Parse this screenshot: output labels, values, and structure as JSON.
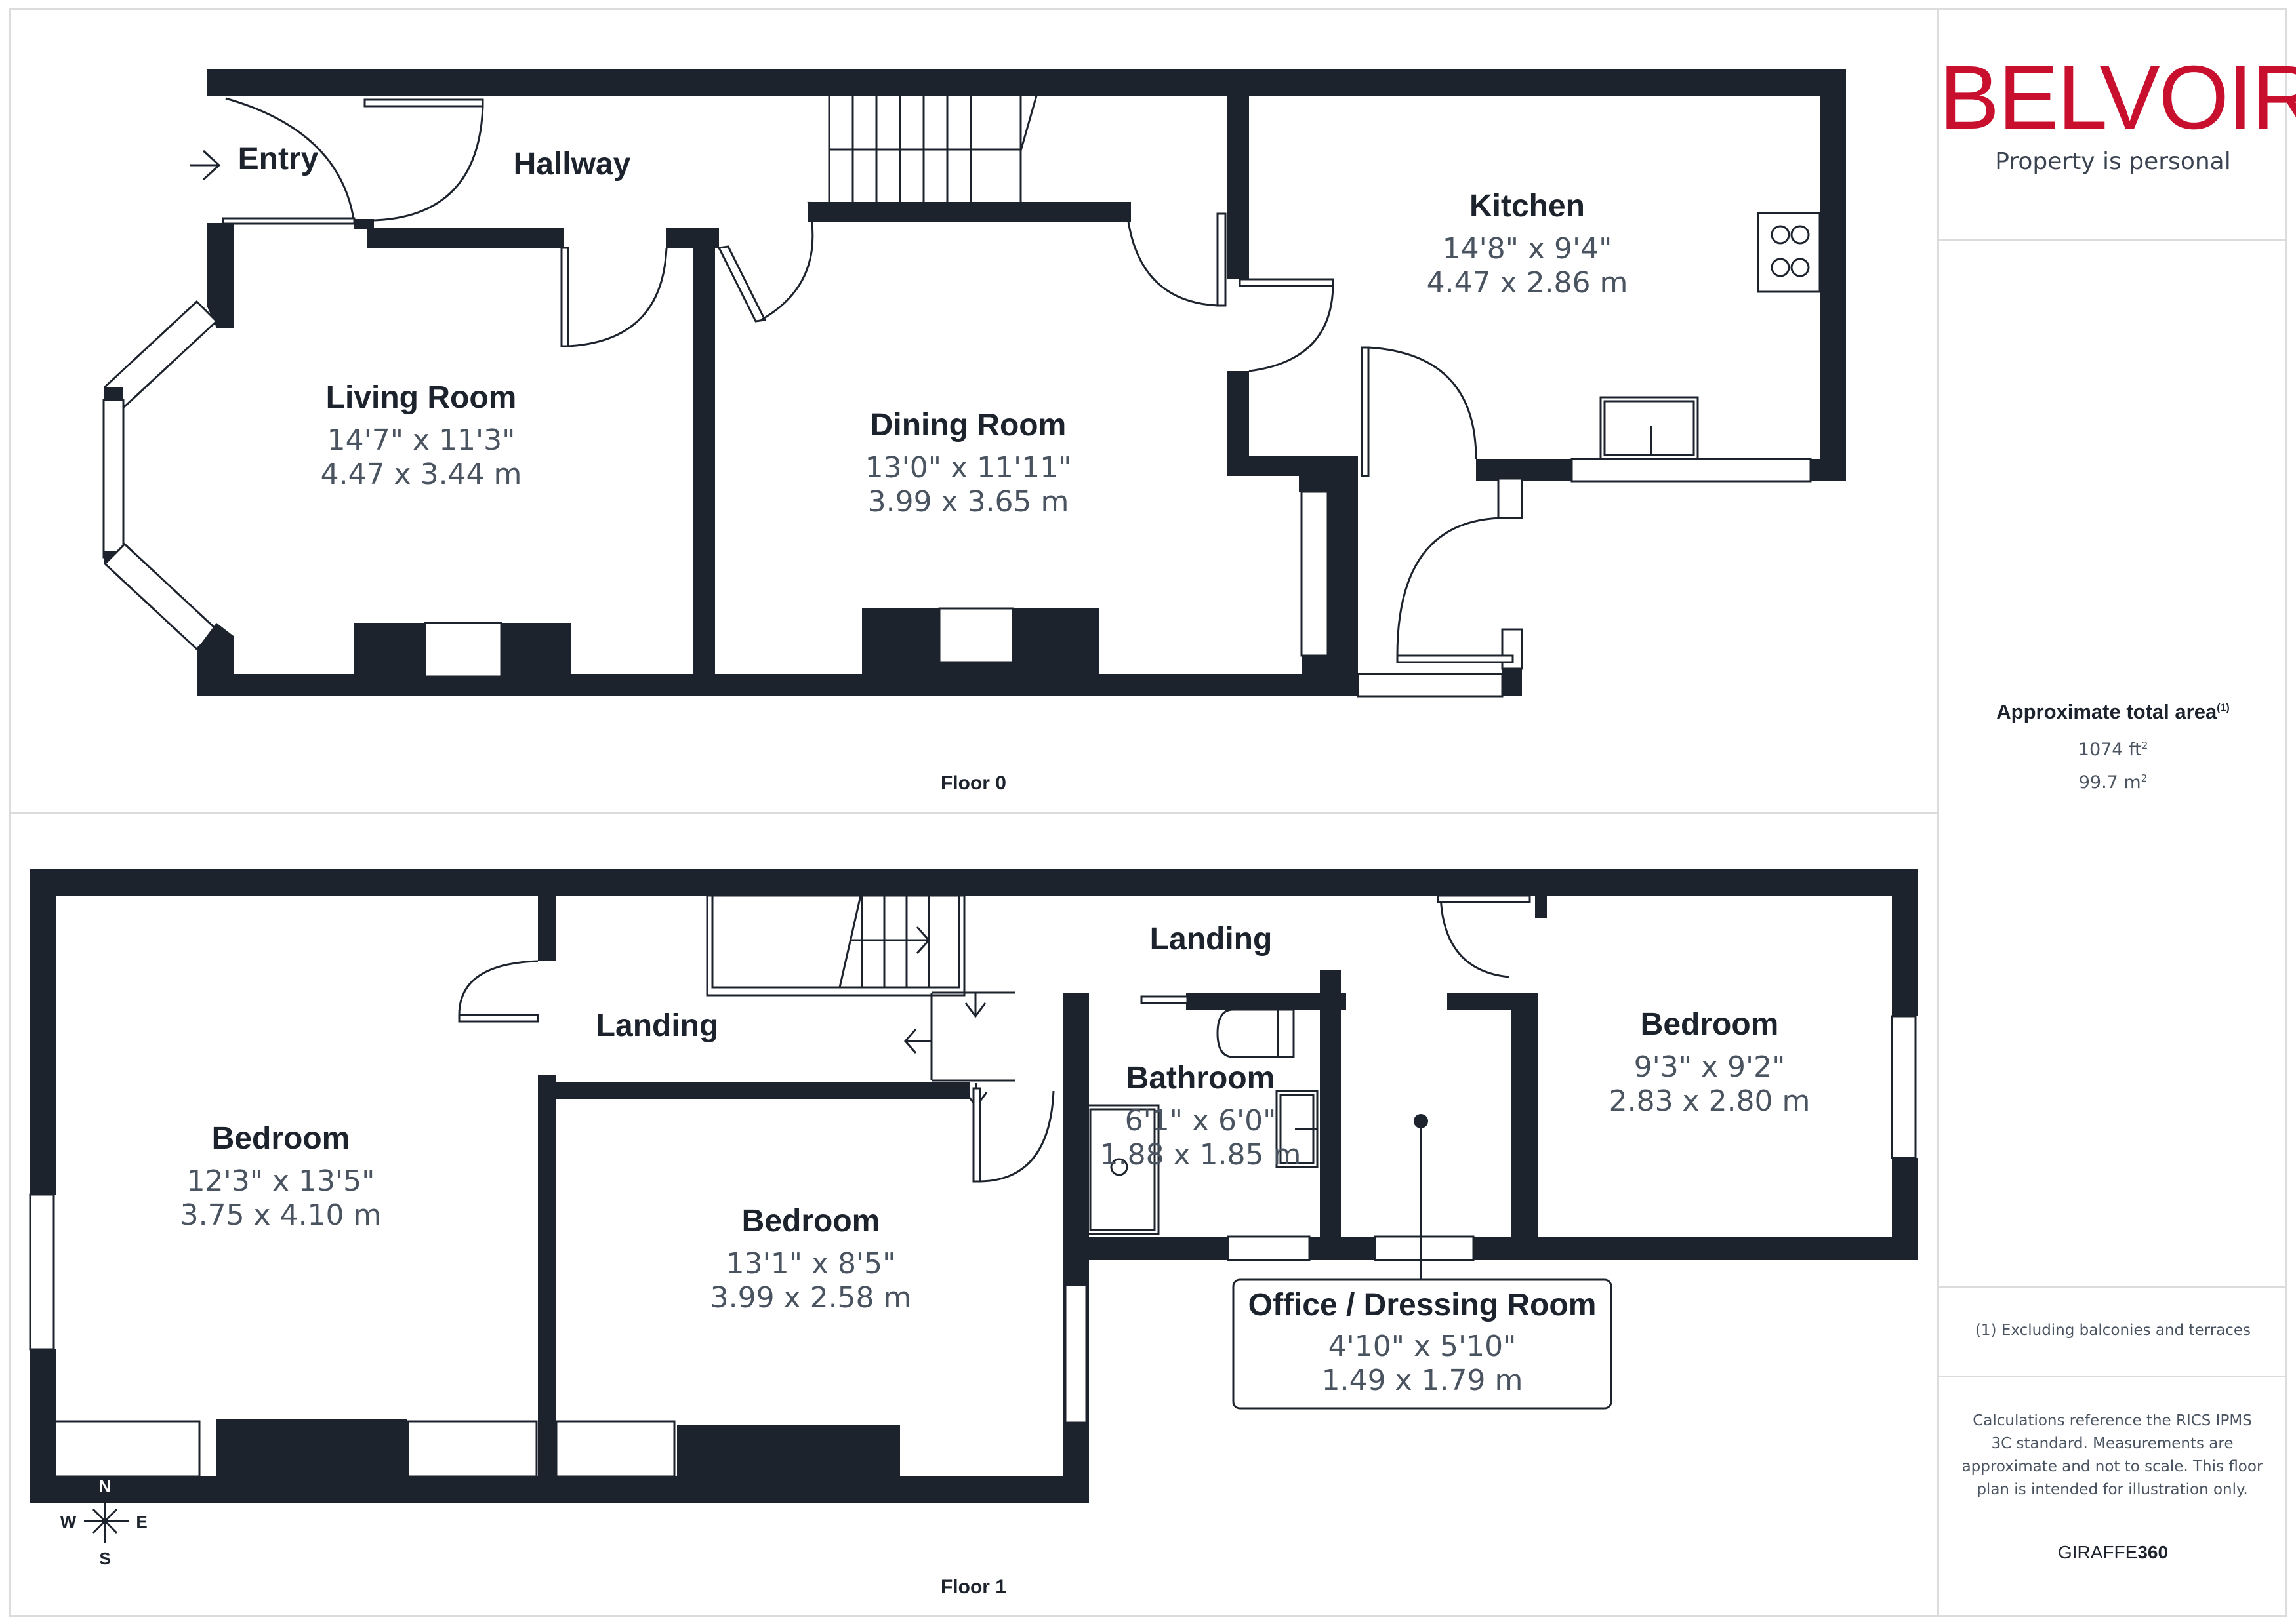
{
  "brand": {
    "name": "BELVOIR!",
    "tagline": "Property is personal",
    "color": "#c8102e"
  },
  "area": {
    "title": "Approximate total area",
    "title_sup": "(1)",
    "sqft_value": "1074 ft",
    "sqft_sup": "2",
    "sqm_value": "99.7 m",
    "sqm_sup": "2"
  },
  "footnote": "(1) Excluding balconies and terraces",
  "disclaimer": "Calculations reference the RICS IPMS 3C standard. Measurements are approximate and not to scale. This floor plan is intended for illustration only.",
  "credit": {
    "prefix": "GIRAFFE",
    "suffix": "360"
  },
  "compass": {
    "n": "N",
    "s": "S",
    "e": "E",
    "w": "W"
  },
  "colors": {
    "wall": "#1d232d",
    "dimension_text": "#4a5360",
    "divider": "#dcdcdc"
  },
  "floors": [
    {
      "label": "Floor 0",
      "rooms": [
        {
          "name": "Entry",
          "dims_imperial": "",
          "dims_metric": ""
        },
        {
          "name": "Hallway",
          "dims_imperial": "",
          "dims_metric": ""
        },
        {
          "name": "Living Room",
          "dims_imperial": "14'7\" x 11'3\"",
          "dims_metric": "4.47 x 3.44 m"
        },
        {
          "name": "Dining Room",
          "dims_imperial": "13'0\" x 11'11\"",
          "dims_metric": "3.99 x 3.65 m"
        },
        {
          "name": "Kitchen",
          "dims_imperial": "14'8\" x 9'4\"",
          "dims_metric": "4.47 x 2.86 m"
        }
      ]
    },
    {
      "label": "Floor 1",
      "rooms": [
        {
          "name": "Bedroom",
          "dims_imperial": "12'3\" x 13'5\"",
          "dims_metric": "3.75 x 4.10 m"
        },
        {
          "name": "Landing",
          "dims_imperial": "",
          "dims_metric": ""
        },
        {
          "name": "Landing",
          "dims_imperial": "",
          "dims_metric": ""
        },
        {
          "name": "Bedroom",
          "dims_imperial": "13'1\" x 8'5\"",
          "dims_metric": "3.99 x 2.58 m"
        },
        {
          "name": "Bathroom",
          "dims_imperial": "6'1\" x 6'0\"",
          "dims_metric": "1.88 x 1.85 m"
        },
        {
          "name": "Bedroom",
          "dims_imperial": "9'3\" x 9'2\"",
          "dims_metric": "2.83 x 2.80 m"
        },
        {
          "name": "Office / Dressing Room",
          "dims_imperial": "4'10\" x 5'10\"",
          "dims_metric": "1.49 x 1.79 m"
        }
      ]
    }
  ]
}
